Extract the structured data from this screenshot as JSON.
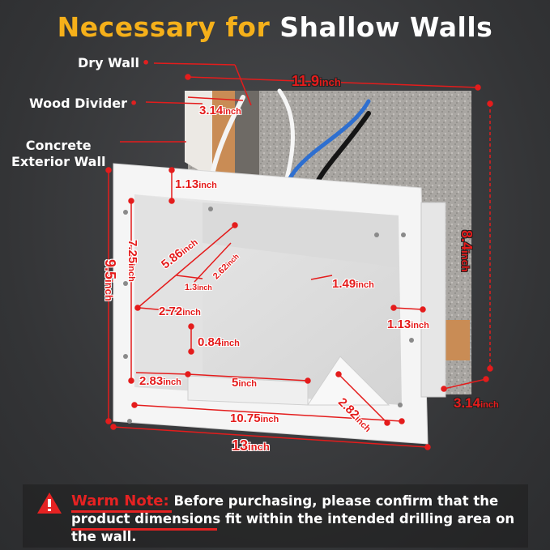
{
  "title": {
    "part1": "Necessary for",
    "part2": "Shallow Walls"
  },
  "wall_layers": [
    {
      "label": "Dry Wall"
    },
    {
      "label": "Wood Divider"
    },
    {
      "label": "Concrete\nExterior Wall"
    }
  ],
  "dimensions": {
    "opening_width": {
      "value": "11.9",
      "unit": "inch"
    },
    "drywall_depth": {
      "value": "3.14",
      "unit": "inch"
    },
    "flange_top": {
      "value": "1.13",
      "unit": "inch"
    },
    "opening_height": {
      "value": "8.4",
      "unit": "inch"
    },
    "inner_diagonal": {
      "value": "5.86",
      "unit": "inch"
    },
    "port_height": {
      "value": "2.62",
      "unit": "inch"
    },
    "port_width": {
      "value": "1.3",
      "unit": "inch"
    },
    "slot_width": {
      "value": "1.49",
      "unit": "inch"
    },
    "inner_height": {
      "value": "7.25",
      "unit": "inch"
    },
    "outer_height": {
      "value": "9.5",
      "unit": "inch"
    },
    "port_side": {
      "value": "2.72",
      "unit": "inch"
    },
    "slot_height": {
      "value": "0.84",
      "unit": "inch"
    },
    "flange_side": {
      "value": "1.13",
      "unit": "inch"
    },
    "box_depth": {
      "value": "3.14",
      "unit": "inch"
    },
    "bottom_left": {
      "value": "2.83",
      "unit": "inch"
    },
    "bottom_mid": {
      "value": "5",
      "unit": "inch"
    },
    "bottom_diag": {
      "value": "2.82",
      "unit": "inch"
    },
    "inner_width": {
      "value": "10.75",
      "unit": "inch"
    },
    "outer_width": {
      "value": "13",
      "unit": "inch"
    }
  },
  "note": {
    "heading": "Warm Note:",
    "body": "Before purchasing, please confirm that the product dimensions fit within the intended drilling area on the wall."
  },
  "colors": {
    "title_accent": "#f5b01a",
    "dimension_red": "#e41c1c",
    "background": "#3a3b3d",
    "box_white": "#f2f2f2"
  }
}
